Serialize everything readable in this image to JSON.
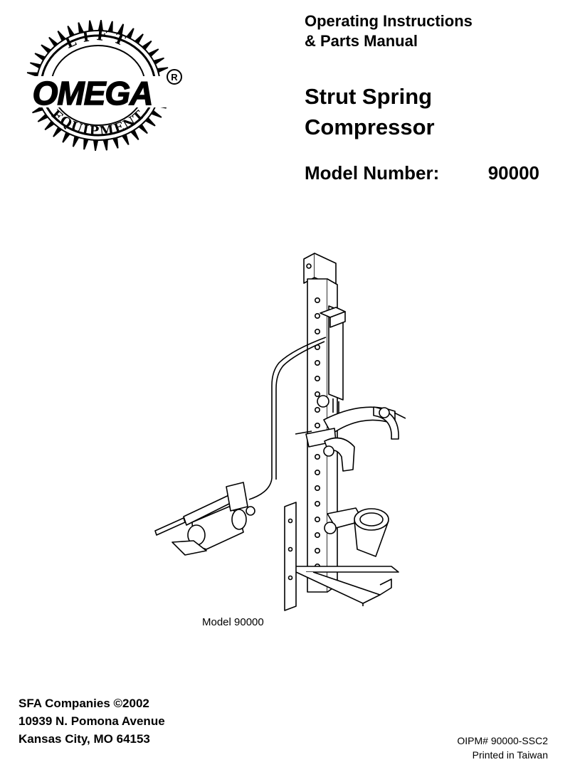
{
  "logo": {
    "brand": "OMEGA",
    "top_arc": "LIFT",
    "bottom_arc": "EQUIPMENT",
    "registered_mark": "R"
  },
  "header": {
    "line1": "Operating Instructions",
    "line2": "& Parts Manual"
  },
  "product": {
    "title_line1": "Strut Spring",
    "title_line2": "Compressor",
    "model_label": "Model Number:",
    "model_value": "90000"
  },
  "figure": {
    "caption": "Model  90000"
  },
  "company": {
    "line1": "SFA Companies ©2002",
    "line2": "10939  N. Pomona Avenue",
    "line3": "Kansas City, MO 64153"
  },
  "footer": {
    "doc_number": "OIPM# 90000-SSC2",
    "printed": "Printed in Taiwan"
  }
}
